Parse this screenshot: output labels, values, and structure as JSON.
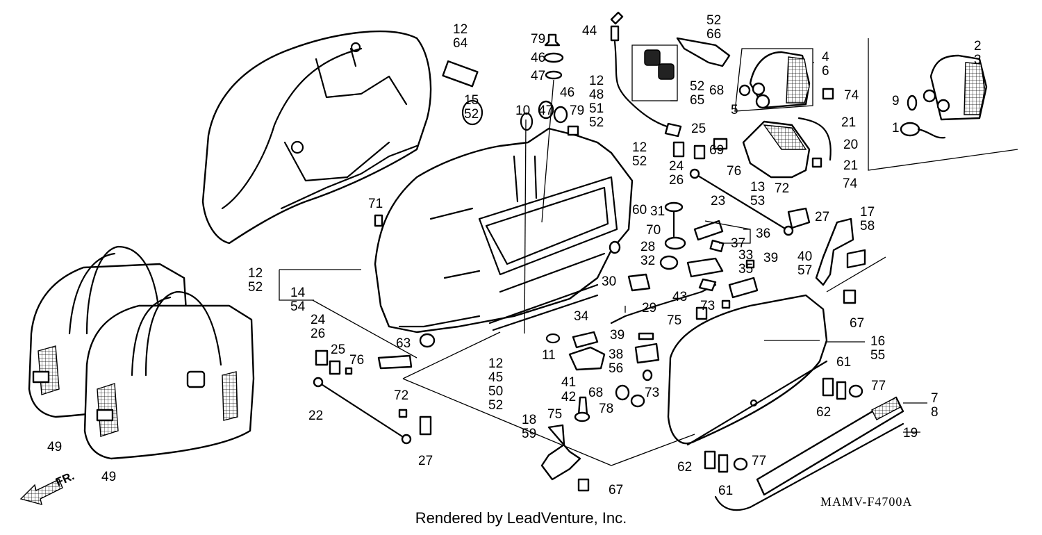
{
  "diagram": {
    "callouts": [
      {
        "id": "c-12-64",
        "lines": [
          "12",
          "64"
        ]
      },
      {
        "id": "c-15-52",
        "lines": [
          "15",
          "52"
        ]
      },
      {
        "id": "c-79-top",
        "lines": [
          "79"
        ]
      },
      {
        "id": "c-46-top",
        "lines": [
          "46"
        ]
      },
      {
        "id": "c-47-top",
        "lines": [
          "47"
        ]
      },
      {
        "id": "c-10",
        "lines": [
          "10"
        ]
      },
      {
        "id": "c-47-b",
        "lines": [
          "47"
        ]
      },
      {
        "id": "c-46-b",
        "lines": [
          "46"
        ]
      },
      {
        "id": "c-79-b",
        "lines": [
          "79"
        ]
      },
      {
        "id": "c-12-48-51-52",
        "lines": [
          "12",
          "48",
          "51",
          "52"
        ]
      },
      {
        "id": "c-44",
        "lines": [
          "44"
        ]
      },
      {
        "id": "c-52-66",
        "lines": [
          "52",
          "66"
        ]
      },
      {
        "id": "c-52-65",
        "lines": [
          "52",
          "65"
        ]
      },
      {
        "id": "c-4-6",
        "lines": [
          "4",
          "6"
        ]
      },
      {
        "id": "c-68-top",
        "lines": [
          "68"
        ]
      },
      {
        "id": "c-5",
        "lines": [
          "5"
        ]
      },
      {
        "id": "c-74-top",
        "lines": [
          "74"
        ]
      },
      {
        "id": "c-2-3",
        "lines": [
          "2",
          "3"
        ]
      },
      {
        "id": "c-9",
        "lines": [
          "9"
        ]
      },
      {
        "id": "c-1",
        "lines": [
          "1"
        ]
      },
      {
        "id": "c-21-a",
        "lines": [
          "21"
        ]
      },
      {
        "id": "c-20",
        "lines": [
          "20"
        ]
      },
      {
        "id": "c-21-b",
        "lines": [
          "21"
        ]
      },
      {
        "id": "c-25-top",
        "lines": [
          "25"
        ]
      },
      {
        "id": "c-69",
        "lines": [
          "69"
        ]
      },
      {
        "id": "c-76-top",
        "lines": [
          "76"
        ]
      },
      {
        "id": "c-74-b",
        "lines": [
          "74"
        ]
      },
      {
        "id": "c-12-52-right",
        "lines": [
          "12",
          "52"
        ]
      },
      {
        "id": "c-24-26-top",
        "lines": [
          "24",
          "26"
        ]
      },
      {
        "id": "c-60",
        "lines": [
          "60"
        ]
      },
      {
        "id": "c-23",
        "lines": [
          "23"
        ]
      },
      {
        "id": "c-13-53",
        "lines": [
          "13",
          "53"
        ]
      },
      {
        "id": "c-72-top",
        "lines": [
          "72"
        ]
      },
      {
        "id": "c-27-top",
        "lines": [
          "27"
        ]
      },
      {
        "id": "c-17-58",
        "lines": [
          "17",
          "58"
        ]
      },
      {
        "id": "c-71",
        "lines": [
          "71"
        ]
      },
      {
        "id": "c-31",
        "lines": [
          "31"
        ]
      },
      {
        "id": "c-70",
        "lines": [
          "70"
        ]
      },
      {
        "id": "c-36",
        "lines": [
          "36"
        ]
      },
      {
        "id": "c-37",
        "lines": [
          "37"
        ]
      },
      {
        "id": "c-28-32",
        "lines": [
          "28",
          "32"
        ]
      },
      {
        "id": "c-33-35",
        "lines": [
          "33",
          "35"
        ]
      },
      {
        "id": "c-39-top",
        "lines": [
          "39"
        ]
      },
      {
        "id": "c-40-57",
        "lines": [
          "40",
          "57"
        ]
      },
      {
        "id": "c-12-52-left",
        "lines": [
          "12",
          "52"
        ]
      },
      {
        "id": "c-14-54",
        "lines": [
          "14",
          "54"
        ]
      },
      {
        "id": "c-30",
        "lines": [
          "30"
        ]
      },
      {
        "id": "c-29",
        "lines": [
          "29"
        ]
      },
      {
        "id": "c-43",
        "lines": [
          "43"
        ]
      },
      {
        "id": "c-73-top",
        "lines": [
          "73"
        ]
      },
      {
        "id": "c-75-top",
        "lines": [
          "75"
        ]
      },
      {
        "id": "c-67-top",
        "lines": [
          "67"
        ]
      },
      {
        "id": "c-16-55",
        "lines": [
          "16",
          "55"
        ]
      },
      {
        "id": "c-24-26-left",
        "lines": [
          "24",
          "26"
        ]
      },
      {
        "id": "c-25-left",
        "lines": [
          "25"
        ]
      },
      {
        "id": "c-76-left",
        "lines": [
          "76"
        ]
      },
      {
        "id": "c-63",
        "lines": [
          "63"
        ]
      },
      {
        "id": "c-34",
        "lines": [
          "34"
        ]
      },
      {
        "id": "c-39-b",
        "lines": [
          "39"
        ]
      },
      {
        "id": "c-11",
        "lines": [
          "11"
        ]
      },
      {
        "id": "c-12-45-50-52",
        "lines": [
          "12",
          "45",
          "50",
          "52"
        ]
      },
      {
        "id": "c-38-56",
        "lines": [
          "38",
          "56"
        ]
      },
      {
        "id": "c-41",
        "lines": [
          "41"
        ]
      },
      {
        "id": "c-61-top",
        "lines": [
          "61"
        ]
      },
      {
        "id": "c-77-top",
        "lines": [
          "77"
        ]
      },
      {
        "id": "c-7-8",
        "lines": [
          "7",
          "8"
        ]
      },
      {
        "id": "c-62-top",
        "lines": [
          "62"
        ]
      },
      {
        "id": "c-68-b",
        "lines": [
          "68"
        ]
      },
      {
        "id": "c-73-b",
        "lines": [
          "73"
        ]
      },
      {
        "id": "c-78",
        "lines": [
          "78"
        ]
      },
      {
        "id": "c-42",
        "lines": [
          "42"
        ]
      },
      {
        "id": "c-22",
        "lines": [
          "22"
        ]
      },
      {
        "id": "c-72-b",
        "lines": [
          "72"
        ]
      },
      {
        "id": "c-27-b",
        "lines": [
          "27"
        ]
      },
      {
        "id": "c-18-59",
        "lines": [
          "18",
          "59"
        ]
      },
      {
        "id": "c-75-b",
        "lines": [
          "75"
        ]
      },
      {
        "id": "c-19",
        "lines": [
          "19"
        ]
      },
      {
        "id": "c-49-a",
        "lines": [
          "49"
        ]
      },
      {
        "id": "c-49-b",
        "lines": [
          "49"
        ]
      },
      {
        "id": "c-62-b",
        "lines": [
          "62"
        ]
      },
      {
        "id": "c-77-b",
        "lines": [
          "77"
        ]
      },
      {
        "id": "c-61-b",
        "lines": [
          "61"
        ]
      },
      {
        "id": "c-67-b",
        "lines": [
          "67"
        ]
      }
    ],
    "part_code": "MAMV-F4700A",
    "credit": "Rendered by LeadVenture, Inc.",
    "front_mark": "FR."
  }
}
